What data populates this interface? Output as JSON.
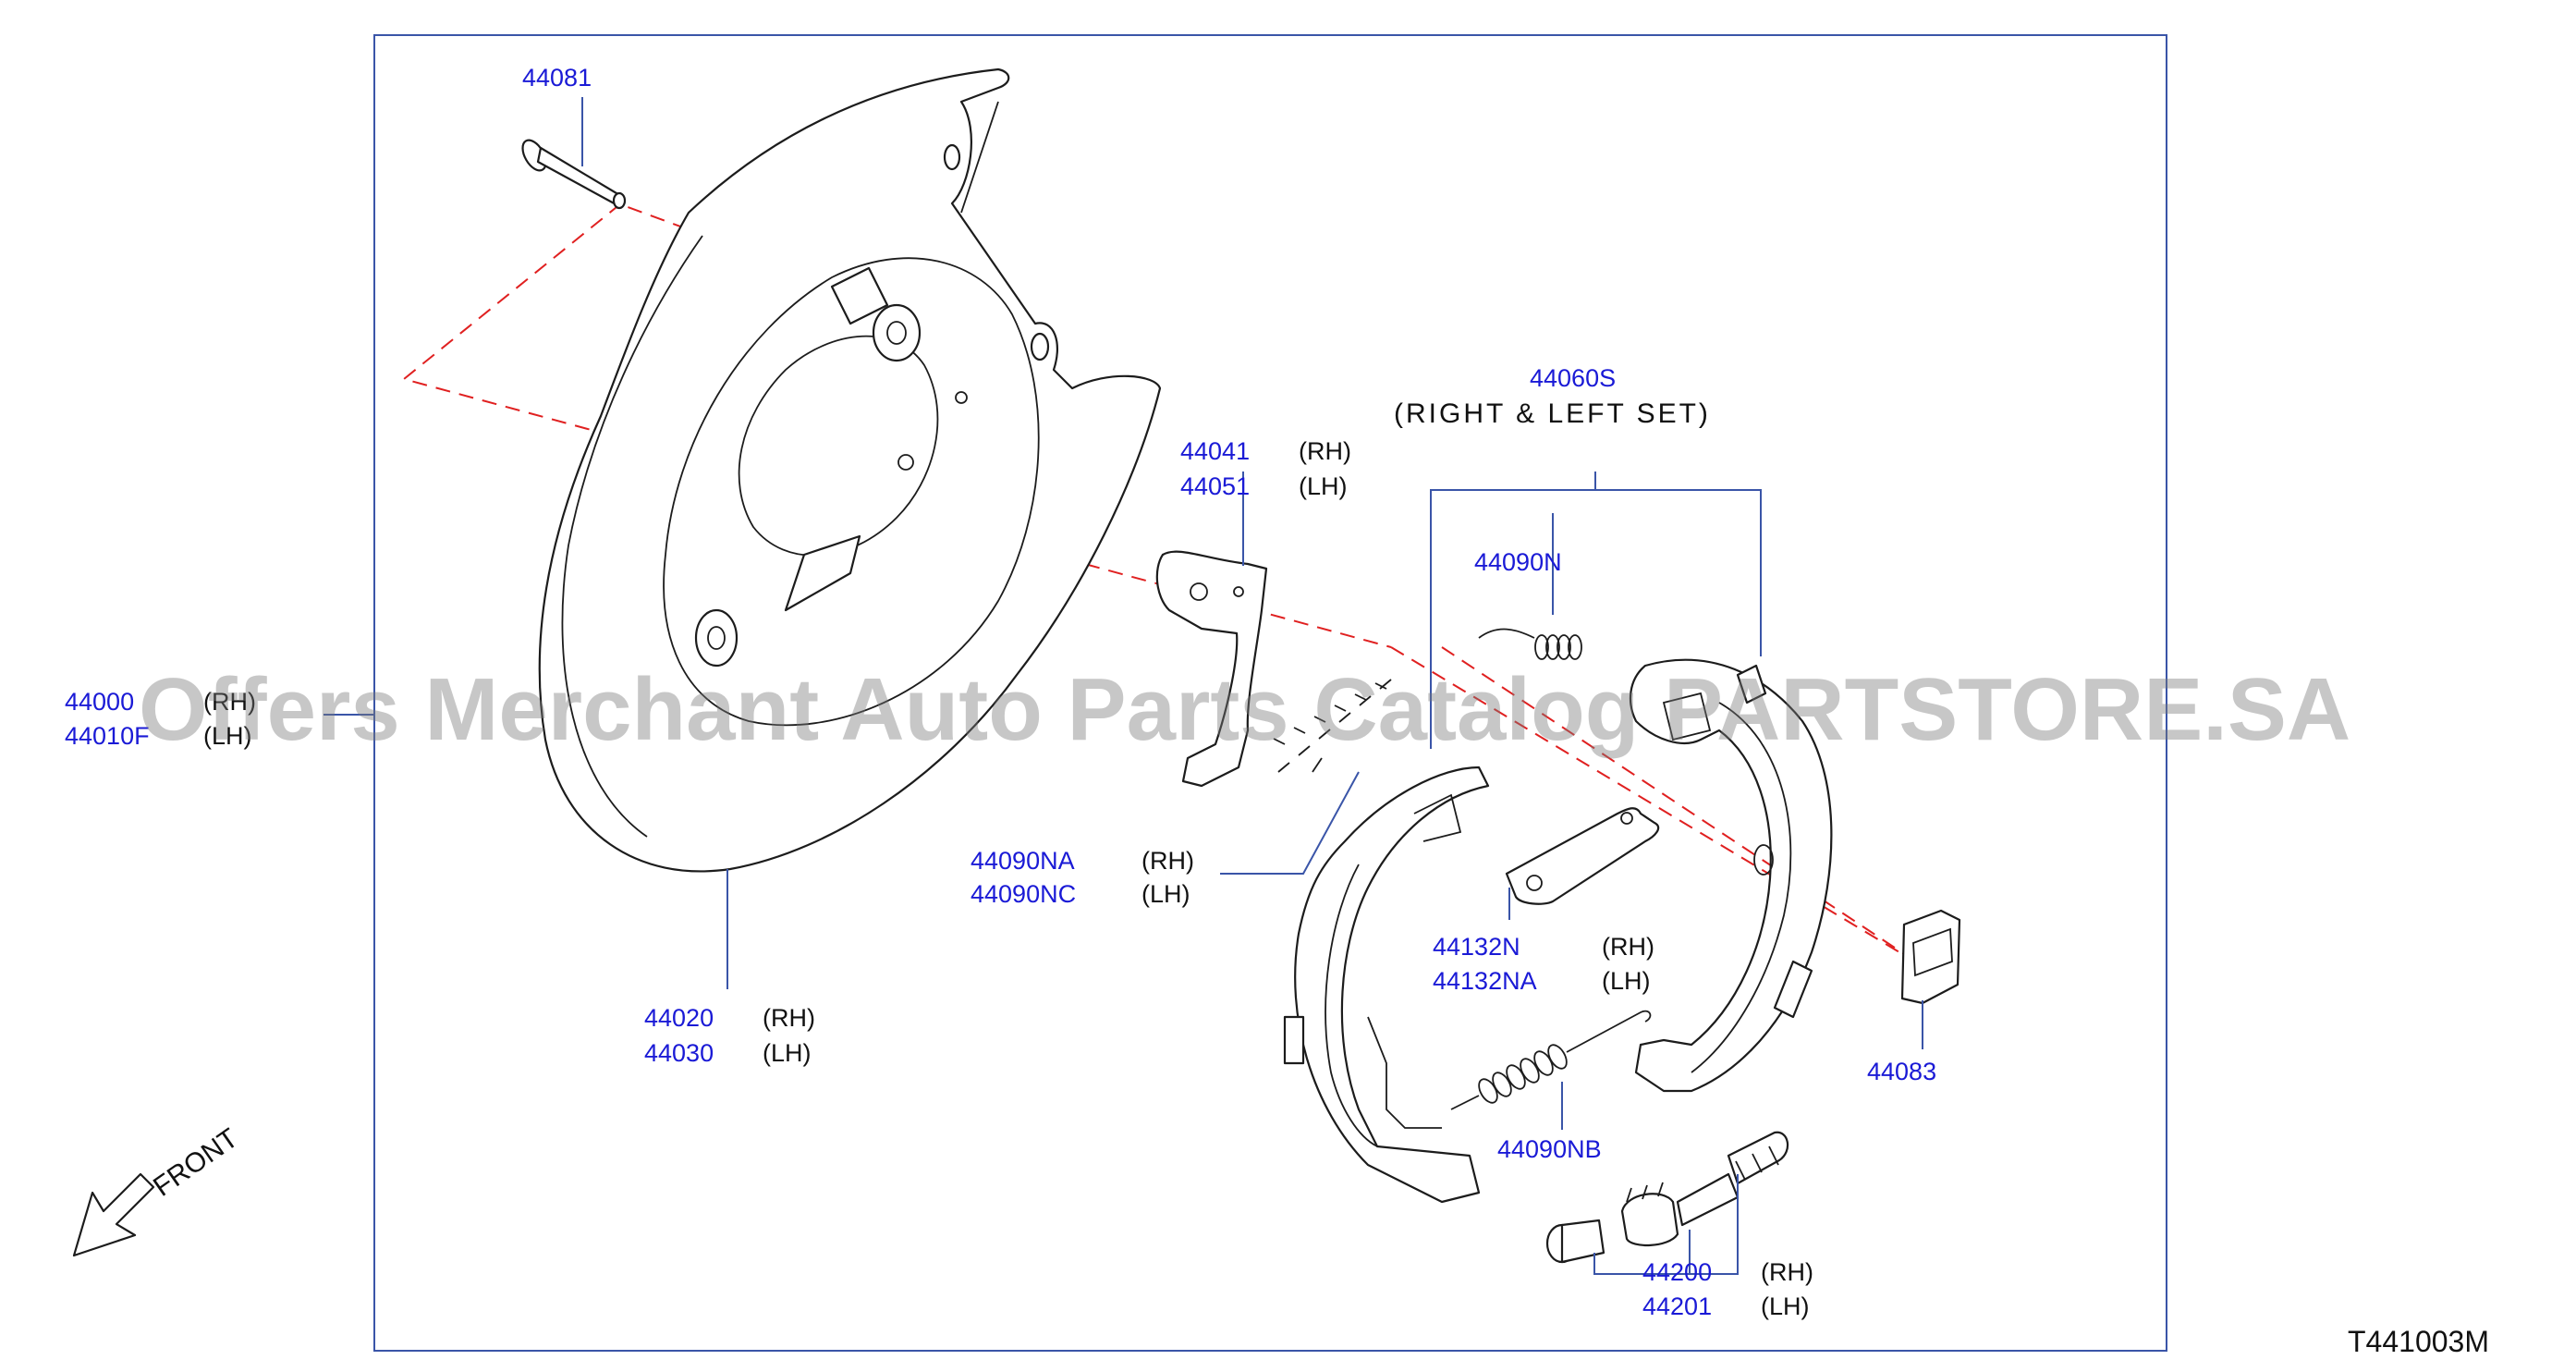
{
  "diagram": {
    "drawing_code": "T441003M",
    "front_label": "FRONT",
    "watermark": "Offers Merchant Auto Parts Catalog PARTSTORE.SA",
    "set": {
      "part": "44060S",
      "description": "(RIGHT & LEFT SET)"
    },
    "callouts": {
      "p44081": {
        "part": "44081"
      },
      "p44000": {
        "part_rh": "44000",
        "side_rh": "(RH)",
        "part_lh": "44010F",
        "side_lh": "(LH)"
      },
      "p44020": {
        "part_rh": "44020",
        "side_rh": "(RH)",
        "part_lh": "44030",
        "side_lh": "(LH)"
      },
      "p44041": {
        "part_rh": "44041",
        "side_rh": "(RH)",
        "part_lh": "44051",
        "side_lh": "(LH)"
      },
      "p44090NA": {
        "part_rh": "44090NA",
        "side_rh": "(RH)",
        "part_lh": "44090NC",
        "side_lh": "(LH)"
      },
      "p44090N": {
        "part": "44090N"
      },
      "p44132": {
        "part_rh": "44132N",
        "side_rh": "(RH)",
        "part_lh": "44132NA",
        "side_lh": "(LH)"
      },
      "p44083": {
        "part": "44083"
      },
      "p44090NB": {
        "part": "44090NB"
      },
      "p44200": {
        "part_rh": "44200",
        "side_rh": "(RH)",
        "part_lh": "44201",
        "side_lh": "(LH)"
      }
    }
  }
}
